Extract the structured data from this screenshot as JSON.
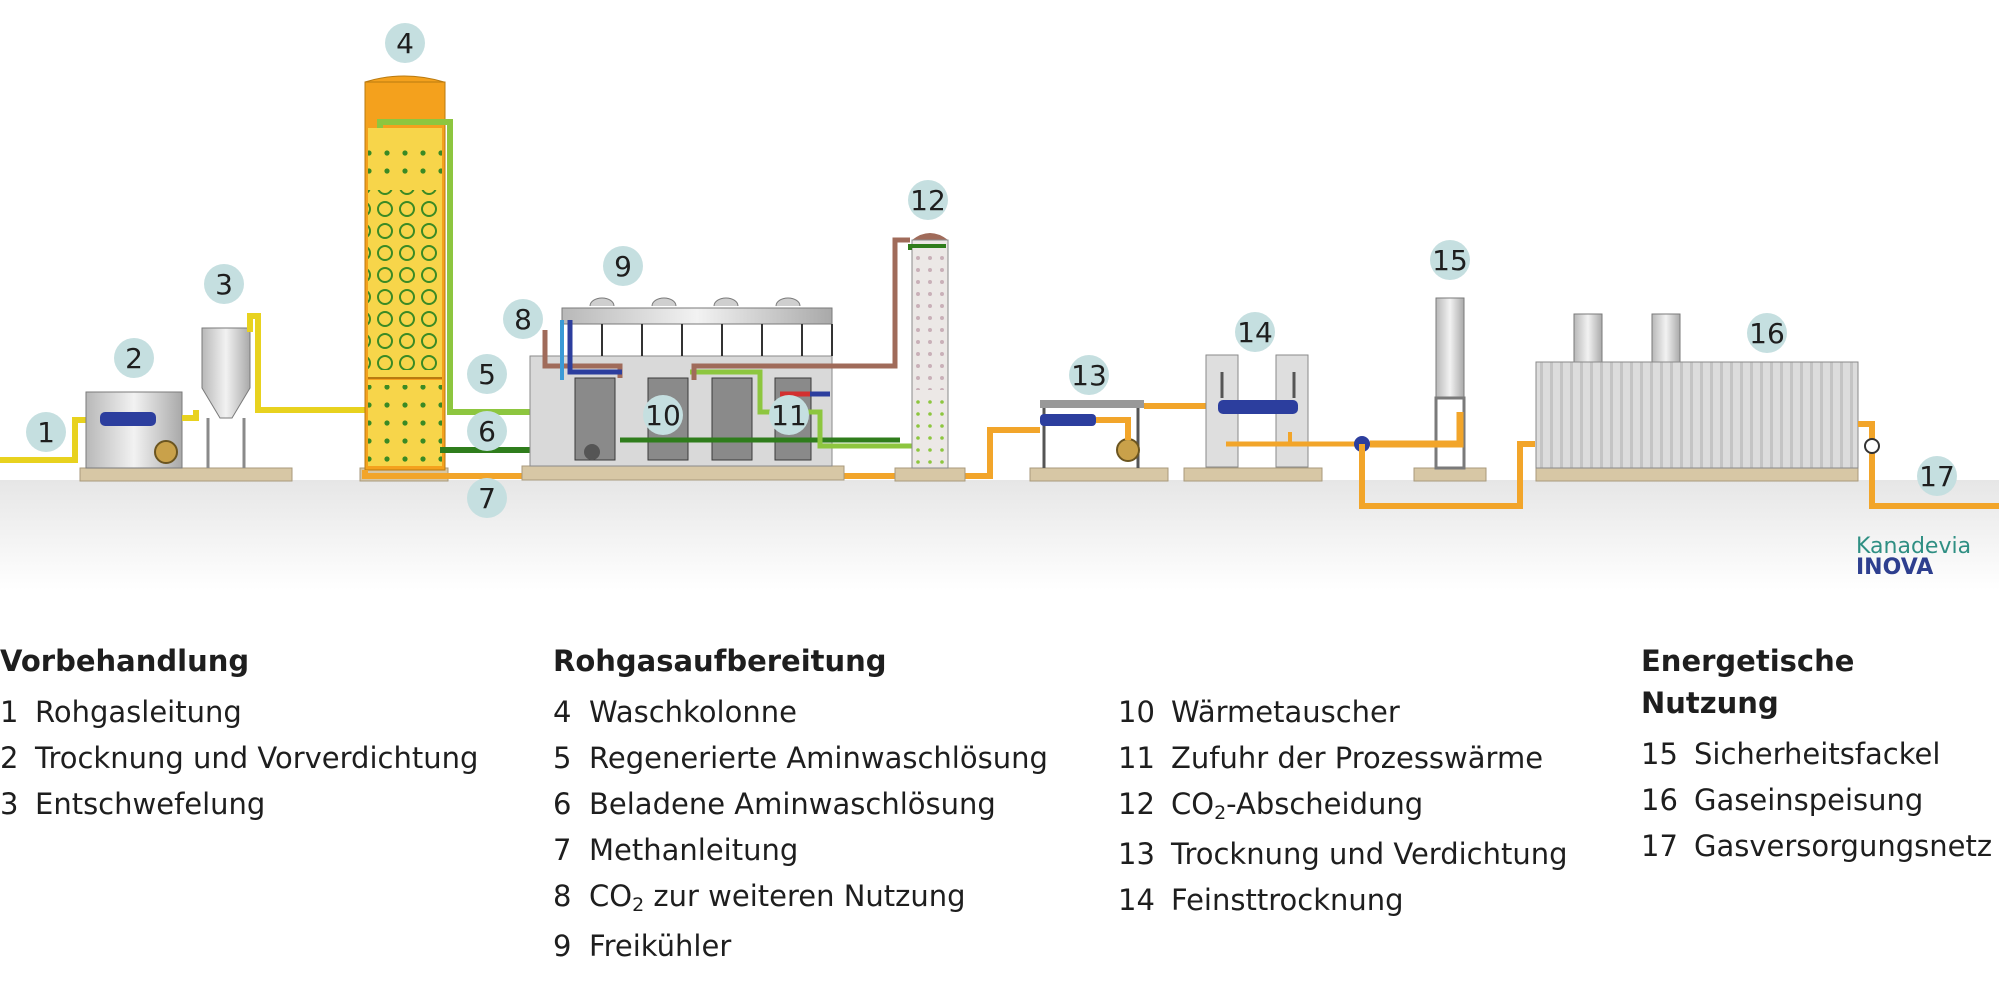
{
  "badges": [
    {
      "id": "1",
      "label": "1"
    },
    {
      "id": "2",
      "label": "2"
    },
    {
      "id": "3",
      "label": "3"
    },
    {
      "id": "4",
      "label": "4"
    },
    {
      "id": "5",
      "label": "5"
    },
    {
      "id": "6",
      "label": "6"
    },
    {
      "id": "7",
      "label": "7"
    },
    {
      "id": "8",
      "label": "8"
    },
    {
      "id": "9",
      "label": "9"
    },
    {
      "id": "10",
      "label": "10"
    },
    {
      "id": "11",
      "label": "11"
    },
    {
      "id": "12",
      "label": "12"
    },
    {
      "id": "13",
      "label": "13"
    },
    {
      "id": "14",
      "label": "14"
    },
    {
      "id": "15",
      "label": "15"
    },
    {
      "id": "16",
      "label": "16"
    },
    {
      "id": "17",
      "label": "17"
    }
  ],
  "logo": {
    "line1": "Kanadevia",
    "line2": "INOVA"
  },
  "legend": {
    "vorbehandlung": {
      "heading": "Vorbehandlung",
      "items": [
        {
          "num": "1",
          "text": "Rohgasleitung"
        },
        {
          "num": "2",
          "text": "Trocknung und Vorverdichtung"
        },
        {
          "num": "3",
          "text": "Entschwefelung"
        }
      ]
    },
    "rohgas": {
      "heading": "Rohgasaufbereitung",
      "items": [
        {
          "num": "4",
          "text": "Waschkolonne"
        },
        {
          "num": "5",
          "text": "Regenerierte Aminwaschlösung"
        },
        {
          "num": "6",
          "text": "Beladene Aminwaschlösung"
        },
        {
          "num": "7",
          "text": "Methanleitung"
        },
        {
          "num": "8",
          "pre": "CO",
          "sub": "2",
          "post": " zur weiteren Nutzung"
        },
        {
          "num": "9",
          "text": "Freikühler"
        }
      ]
    },
    "rohgas2": {
      "items": [
        {
          "num": "10",
          "text": "Wärmetauscher"
        },
        {
          "num": "11",
          "text": "Zufuhr der Prozesswärme"
        },
        {
          "num": "12",
          "pre": "CO",
          "sub": "2",
          "post": "-Abscheidung"
        },
        {
          "num": "13",
          "text": "Trocknung und Verdichtung"
        },
        {
          "num": "14",
          "text": "Feinsttrocknung"
        }
      ]
    },
    "energie": {
      "heading": "Energetische Nutzung",
      "items": [
        {
          "num": "15",
          "text": "Sicherheitsfackel"
        },
        {
          "num": "16",
          "text": "Gaseinspeisung"
        },
        {
          "num": "17",
          "text": "Gasversorgungsnetz"
        }
      ]
    }
  },
  "colors": {
    "badge": "#c5dfe0",
    "pipe_yellow": "#e8d21f",
    "pipe_orange": "#f2a52a",
    "pipe_green_dark": "#2f7d1c",
    "pipe_green_light": "#8dc63f",
    "pipe_brown": "#a06b5a",
    "pipe_blue": "#2c3e9e",
    "column_orange": "#f4a11d",
    "base": "#d7c7a5",
    "logo_teal": "#2f8f83",
    "logo_navy": "#2e3f8f"
  }
}
